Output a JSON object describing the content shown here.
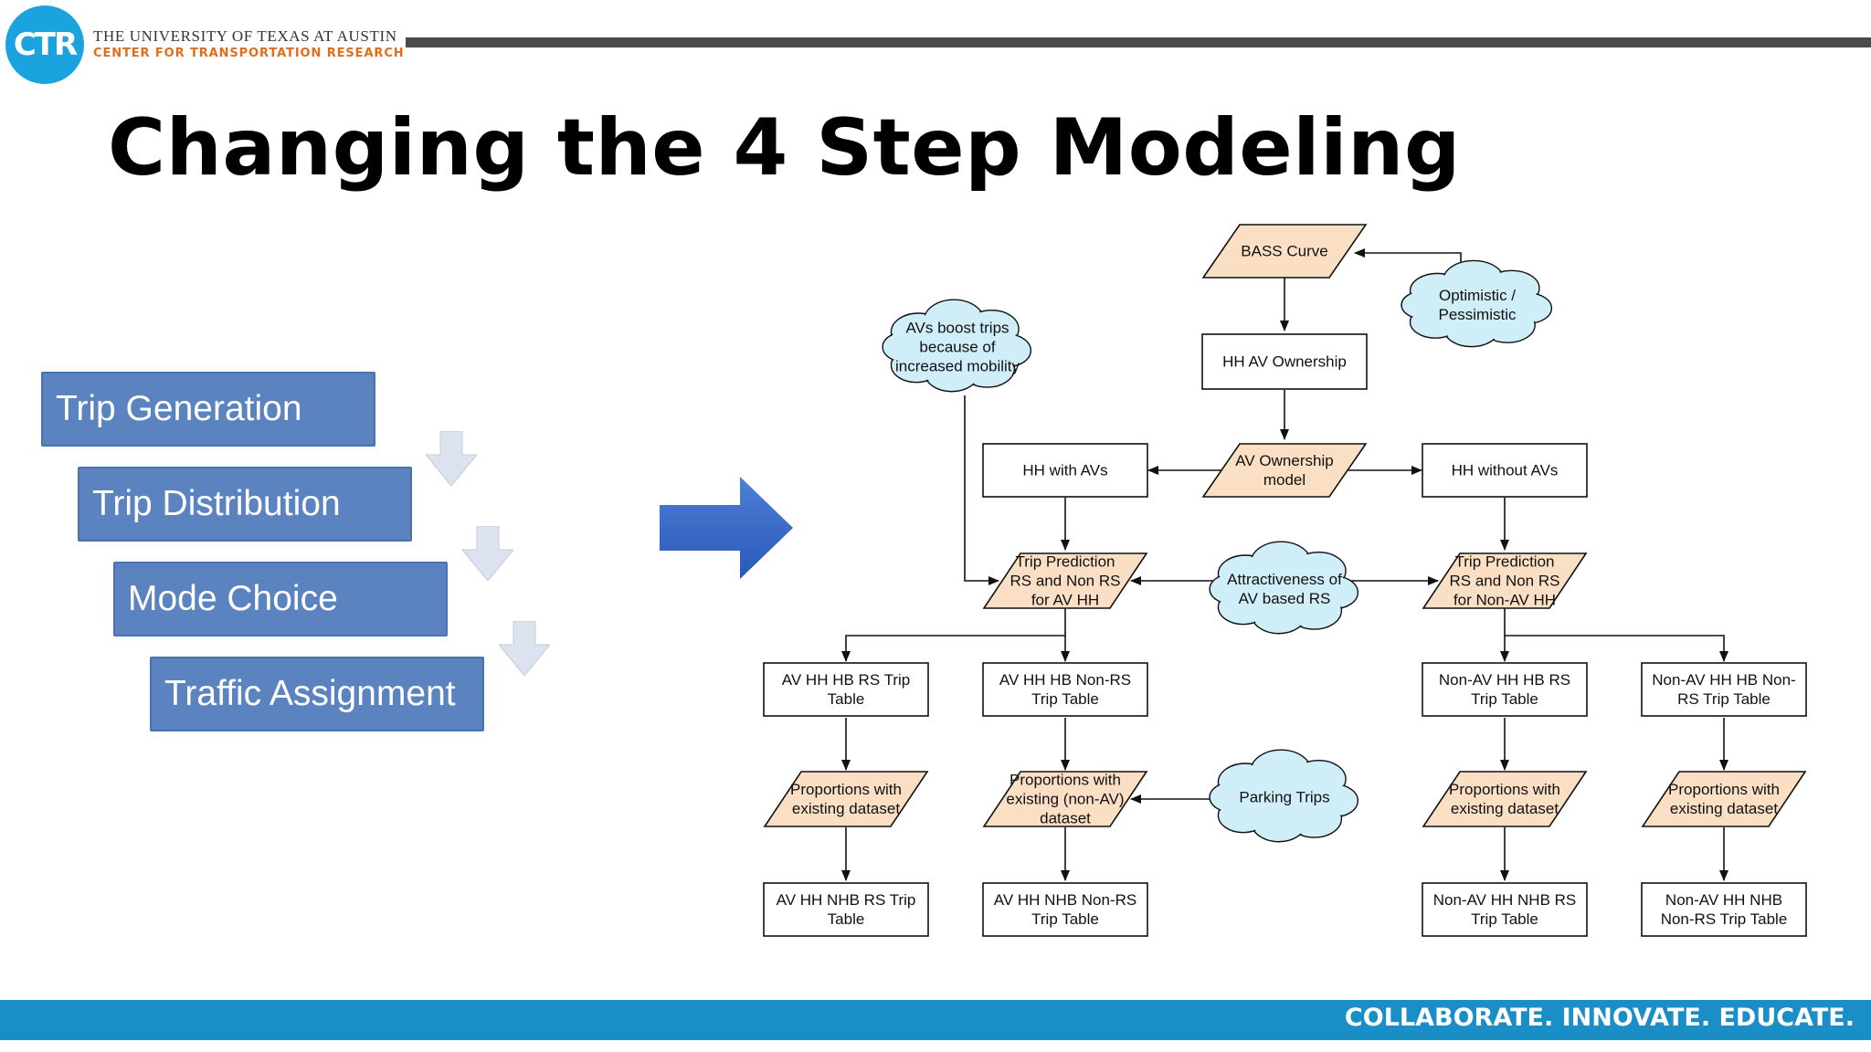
{
  "header": {
    "logo_text": "CTR",
    "university": "THE UNIVERSITY OF TEXAS AT AUSTIN",
    "center": "CENTER FOR TRANSPORTATION RESEARCH"
  },
  "title": "Changing the 4 Step Modeling",
  "steps": [
    "Trip Generation",
    "Trip Distribution",
    "Mode Choice",
    "Traffic Assignment"
  ],
  "diagram": {
    "nodes": {
      "bass": [
        "BASS Curve"
      ],
      "optimistic": [
        "Optimistic /",
        "Pessimistic"
      ],
      "avs_boost": [
        "AVs boost trips",
        "because of",
        "increased mobility"
      ],
      "hh_av_own": [
        "HH AV Ownership"
      ],
      "hh_with": [
        "HH with AVs"
      ],
      "av_own_model": [
        "AV Ownership",
        "model"
      ],
      "hh_without": [
        "HH without AVs"
      ],
      "tp_av": [
        "Trip Prediction",
        "RS and Non RS",
        "for AV HH"
      ],
      "attract": [
        "Attractiveness of",
        "AV based RS"
      ],
      "tp_nonav": [
        "Trip Prediction",
        "RS and Non RS",
        "for Non-AV HH"
      ],
      "t1": [
        "AV HH HB RS Trip",
        "Table"
      ],
      "t2": [
        "AV HH HB Non-RS",
        "Trip Table"
      ],
      "t3": [
        "Non-AV HH HB RS",
        "Trip Table"
      ],
      "t4": [
        "Non-AV HH HB Non-",
        "RS Trip Table"
      ],
      "p1": [
        "Proportions with",
        "existing dataset"
      ],
      "p2": [
        "Proportions with",
        "existing (non-AV)",
        "dataset"
      ],
      "parking": [
        "Parking Trips"
      ],
      "p3": [
        "Proportions with",
        "existing dataset"
      ],
      "p4": [
        "Proportions with",
        "existing dataset"
      ],
      "n1": [
        "AV HH NHB RS Trip",
        "Table"
      ],
      "n2": [
        "AV HH NHB Non-RS",
        "Trip Table"
      ],
      "n3": [
        "Non-AV HH NHB RS",
        "Trip Table"
      ],
      "n4": [
        "Non-AV HH NHB",
        "Non-RS Trip Table"
      ]
    }
  },
  "footer": "COLLABORATE. INNOVATE. EDUCATE.",
  "colors": {
    "accent_blue": "#1aa3df",
    "step_fill": "#5b83bf",
    "parallelogram_fill": "#fbdfc4",
    "cloud_fill": "#cfeef8",
    "footer": "#1a8ec6",
    "ctr_orange": "#e06d1d"
  }
}
